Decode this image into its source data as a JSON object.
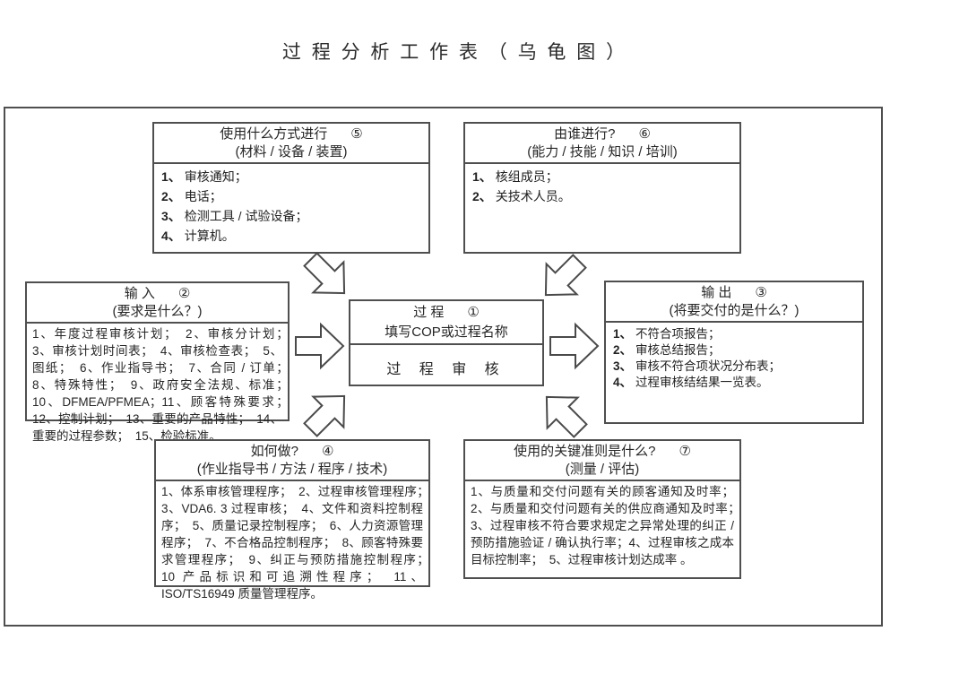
{
  "page": {
    "title": "过 程 分 析 工 作 表 （ 乌 龟 图 ）"
  },
  "colors": {
    "background": "#ffffff",
    "border": "#4f4f4f",
    "text": "#262626"
  },
  "boxes": {
    "process": {
      "title": "过  程",
      "number": "①",
      "subtitle": "填写COP或过程名称",
      "body": "过 程 审 核"
    },
    "input": {
      "title": "输  入",
      "number": "②",
      "subtitle": "(要求是什么？)",
      "body": "1、年度过程审核计划；　2、审核分计划；　3、审核计划时间表；　4、审核检查表；　5、图纸；　6、作业指导书；　7、合同 / 订单；　8、特殊特性；　9、政府安全法规、标准；　10、DFMEA/PFMEA；11、顾客特殊要求；　12、控制计划；　13、重要的产品特性；　14、重要的过程参数；　15、检验标准。"
    },
    "output": {
      "title": "输  出",
      "number": "③",
      "subtitle": "(将要交付的是什么？)",
      "items": [
        "1、不符合项报告；",
        "2、审核总结报告；",
        "3、审核不符合项状况分布表；",
        "4、过程审核结结果一览表。"
      ]
    },
    "how": {
      "title": "如何做?",
      "number": "④",
      "subtitle": "(作业指导书 / 方法 / 程序 / 技术)",
      "body": "1、体系审核管理程序；　2、过程审核管理程序；　3、VDA6. 3 过程审核；　4、文件和资料控制程序；　5、质量记录控制程序；　6、人力资源管理程序；　7、不合格品控制程序；　8、顾客特殊要求管理程序；　9、纠正与预防措施控制程序；　10 产品标识和可追溯性程序；　11、ISO/TS16949 质量管理程序。"
    },
    "methods": {
      "title": "使用什么方式进行",
      "number": "⑤",
      "subtitle": "(材料 / 设备 / 装置)",
      "items": [
        "1、审核通知；",
        "2、电话；",
        "3、检测工具 / 试验设备；",
        "4、计算机。"
      ]
    },
    "performers": {
      "title": "由谁进行?",
      "number": "⑥",
      "subtitle": "(能力 / 技能 / 知识 / 培训)",
      "items": [
        "1、核组成员；",
        "2、关技术人员。"
      ]
    },
    "criteria": {
      "title": "使用的关键准则是什么?",
      "number": "⑦",
      "subtitle": "(测量 / 评估)",
      "body": "1、与质量和交付问题有关的顾客通知及时率；2、与质量和交付问题有关的供应商通知及时率；　3、过程审核不符合要求规定之异常处理的纠正 / 预防措施验证 / 确认执行率；4、过程审核之成本目标控制率；　5、过程审核计划达成率 。"
    }
  }
}
